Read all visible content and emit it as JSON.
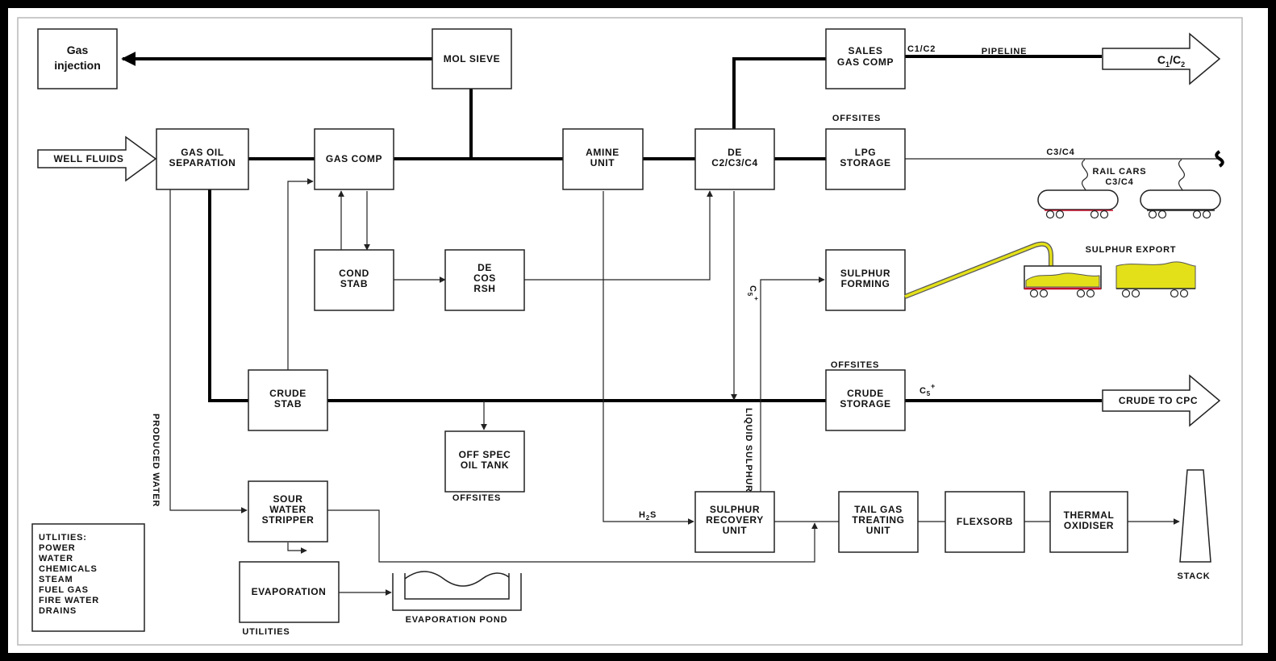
{
  "boxes": {
    "gas_injection": [
      "Gas",
      "injection"
    ],
    "mol_sieve": [
      "MOL SIEVE"
    ],
    "sales_gas_comp": [
      "SALES",
      "GAS COMP"
    ],
    "gas_oil_separation": [
      "GAS OIL",
      "SEPARATION"
    ],
    "gas_comp": [
      "GAS COMP"
    ],
    "amine_unit": [
      "AMINE",
      "UNIT"
    ],
    "de_c2c3c4": [
      "DE",
      "C2/C3/C4"
    ],
    "lpg_storage": [
      "LPG",
      "STORAGE"
    ],
    "cond_stab": [
      "COND",
      "STAB"
    ],
    "de_cos_rsh": [
      "DE",
      "COS",
      "RSH"
    ],
    "sulphur_forming": [
      "SULPHUR",
      "FORMING"
    ],
    "crude_stab": [
      "CRUDE",
      "STAB"
    ],
    "crude_storage": [
      "CRUDE",
      "STORAGE"
    ],
    "off_spec_oil_tank": [
      "OFF SPEC",
      "OIL TANK"
    ],
    "sour_water_stripper": [
      "SOUR",
      "WATER",
      "STRIPPER"
    ],
    "sulphur_recovery_unit": [
      "SULPHUR",
      "RECOVERY",
      "UNIT"
    ],
    "tail_gas_treating_unit": [
      "TAIL GAS",
      "TREATING",
      "UNIT"
    ],
    "flexsorb": [
      "FLEXSORB"
    ],
    "thermal_oxidiser": [
      "THERMAL",
      "OXIDISER"
    ],
    "evaporation": [
      "EVAPORATION"
    ]
  },
  "arrows": {
    "well_fluids": "WELL FLUIDS",
    "c1c2_out_base": "C",
    "c1c2_out_sub1": "1",
    "c1c2_out_sep": "/C",
    "c1c2_out_sub2": "2",
    "crude_to_cpc": "CRUDE TO CPC"
  },
  "labels": {
    "c1c2": "C1/C2",
    "pipeline": "PIPELINE",
    "offsites_lpg": "OFFSITES",
    "c3c4": "C3/C4",
    "rail_cars": [
      "RAIL CARS",
      "C3/C4"
    ],
    "sulphur_export": "SULPHUR EXPORT",
    "offsites_crude": "OFFSITES",
    "c5plus_base": "C",
    "c5plus_sub": "5",
    "c5plus_sup": "+",
    "c5_vertical_base": "C",
    "c5_vertical_sub": "5",
    "c5_vertical_sup": "+",
    "produced_water": "PRODUCED WATER",
    "liquid_sulphur": "LIQUID SULPHUR",
    "offsites_tank": "OFFSITES",
    "h2s_base": "H",
    "h2s_sub": "2",
    "h2s_tail": "S",
    "utilities_bottom": "UTILITIES",
    "evaporation_pond": "EVAPORATION POND",
    "stack": "STACK"
  },
  "utilities_legend": [
    "UTLITIES:",
    "POWER",
    "WATER",
    "CHEMICALS",
    "STEAM",
    "FUEL GAS",
    "FIRE WATER",
    "DRAINS"
  ],
  "colors": {
    "sulphur": "#e3e01a",
    "rail_red": "#c0102a",
    "line": "#000000"
  }
}
